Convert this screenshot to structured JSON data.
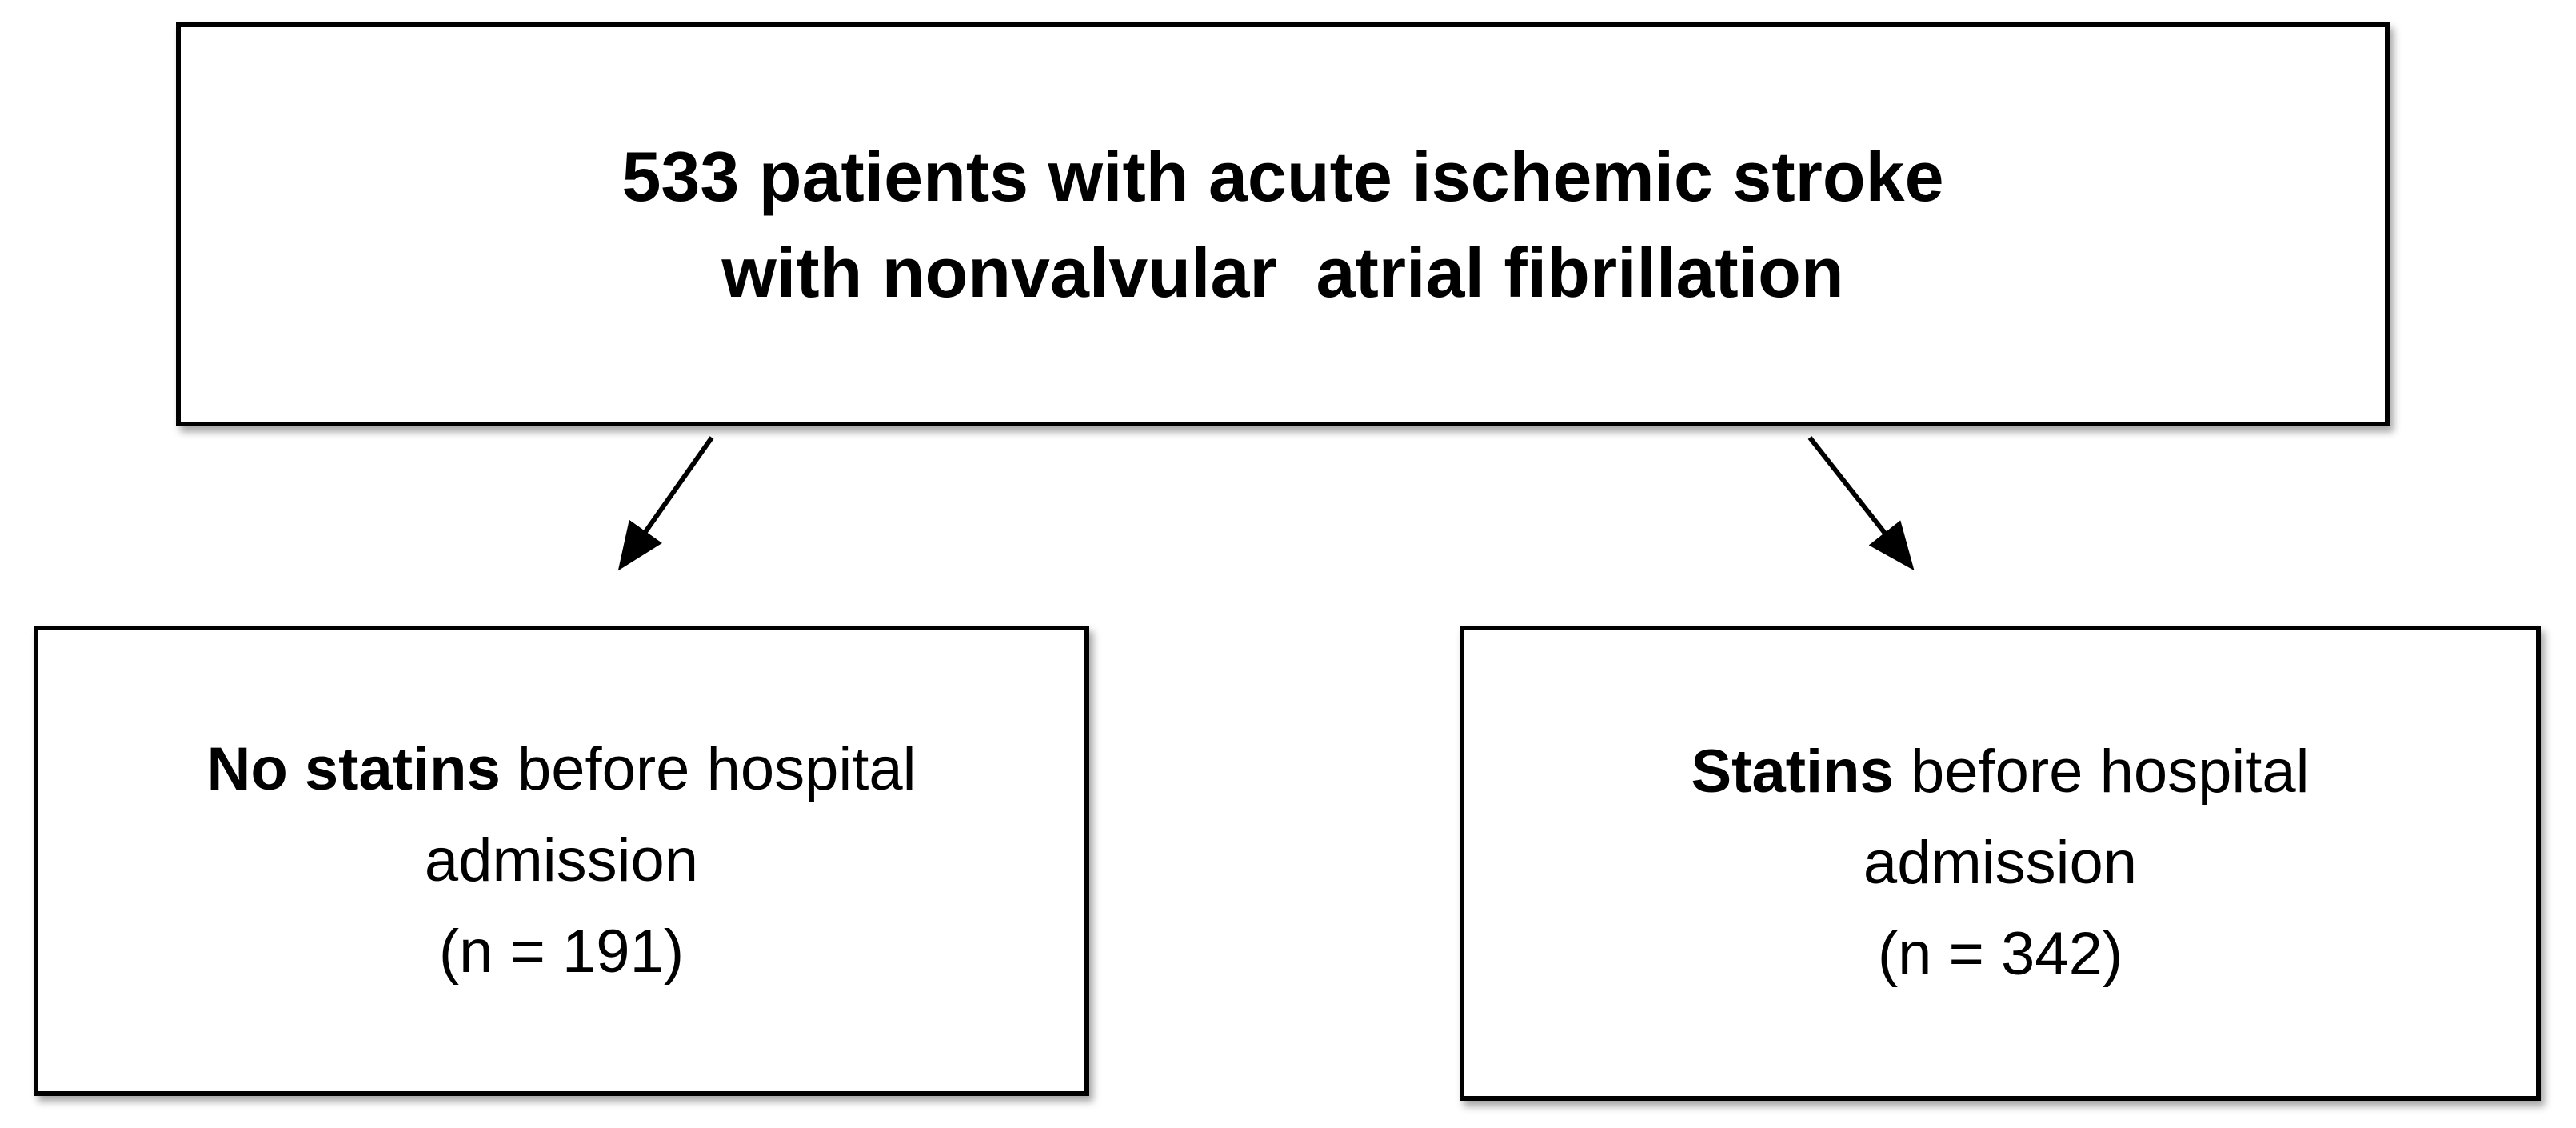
{
  "colors": {
    "background": "#ffffff",
    "box_border": "#000000",
    "text": "#000000",
    "arrow": "#000000"
  },
  "flowchart": {
    "top_box": {
      "line1": "533 patients with acute ischemic stroke",
      "line2": "with nonvalvular  atrial fibrillation"
    },
    "left_box": {
      "line1_bold": "No statins",
      "line1_rest": " before hospital",
      "line2": "admission",
      "line3": "(n = 191)"
    },
    "right_box": {
      "line1_bold": "Statins",
      "line1_rest": " before hospital",
      "line2": "admission",
      "line3": "(n = 342)"
    },
    "values": {
      "total_patients": 533,
      "no_statins_n": 191,
      "statins_n": 342
    }
  }
}
